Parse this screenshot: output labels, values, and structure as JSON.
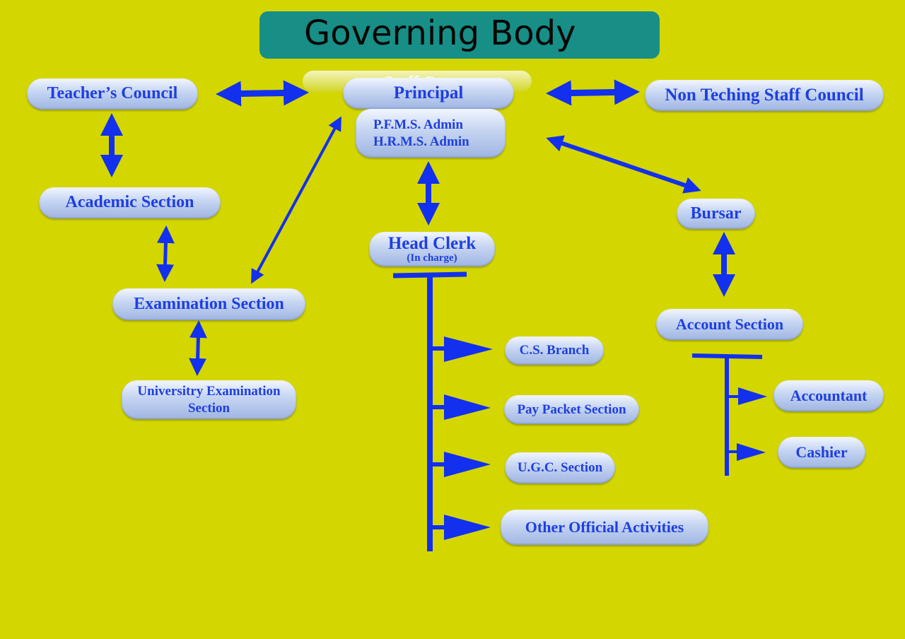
{
  "title": "Governing Body",
  "ghost_label": "Staff Counc",
  "nodes": {
    "teachers_council": "Teacher’s Council",
    "principal": "Principal",
    "non_teaching_staff_council": "Non Teching Staff Council",
    "pfms_admin": "P.F.M.S. Admin",
    "hrms_admin": "H.R.M.S. Admin",
    "academic_section": "Academic Section",
    "examination_section": "Examination Section",
    "university_examination_line1": "Universitry Examination",
    "university_examination_line2": "Section",
    "head_clerk": "Head Clerk",
    "head_clerk_sub": "(In charge)",
    "bursar": "Bursar",
    "account_section": "Account Section",
    "accountant": "Accountant",
    "cashier": "Cashier",
    "cs_branch": "C.S. Branch",
    "pay_packet_section": "Pay Packet Section",
    "ugc_section": "U.G.C. Section",
    "other_official_activities": "Other Official Activities"
  },
  "colors": {
    "background": "#d4d600",
    "title_box": "#178f86",
    "node_text": "#1f3fe0",
    "arrow": "#1230ee"
  }
}
